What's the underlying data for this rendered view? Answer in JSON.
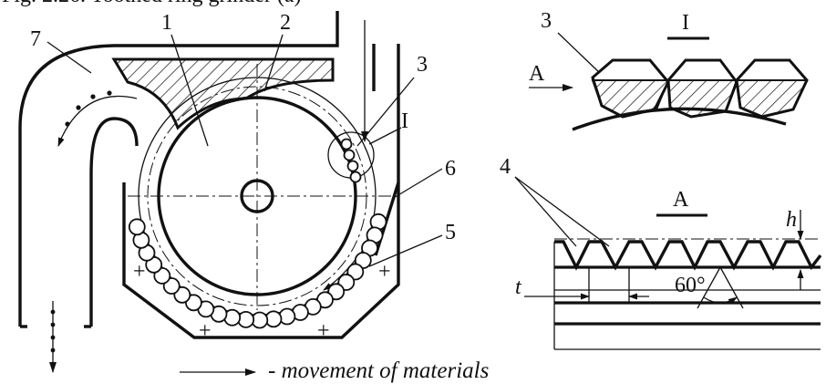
{
  "top_caption": "Fig. 2.26. Toothed ring grinder (a)",
  "labels": {
    "l1": "1",
    "l2": "2",
    "l3": "3",
    "l4": "4",
    "l5": "5",
    "l6": "6",
    "l7": "7",
    "detail_I": "I",
    "detail_I_title": "I",
    "view_A_arrow": "A",
    "view_A_title": "A",
    "dim_t": "t",
    "dim_h": "h",
    "angle": "60°",
    "plus": "+"
  },
  "legend": {
    "text": "- movement of materials"
  },
  "colors": {
    "line": "#111111",
    "background": "#ffffff"
  }
}
